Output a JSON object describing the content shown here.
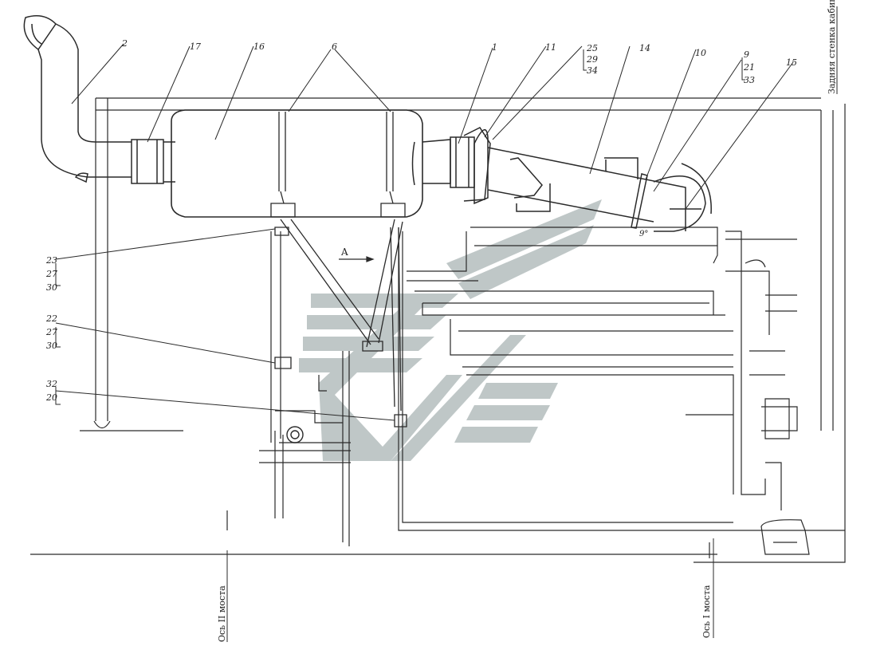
{
  "diagram": {
    "direction_label": "A",
    "angle_label": "9°",
    "axis_left": "Ось II моста",
    "axis_right": "Ось I моста",
    "cab_wall": "Задняя стенка кабины",
    "callouts": {
      "c2": "2",
      "c17": "17",
      "c16": "16",
      "c6": "6",
      "c1": "1",
      "c11": "11",
      "c25": "25",
      "c29": "29",
      "c34": "34",
      "c14": "14",
      "c10": "10",
      "c9": "9",
      "c21": "21",
      "c33": "33",
      "c15": "15",
      "c23": "23",
      "c27a": "27",
      "c30a": "30",
      "c22": "22",
      "c27b": "27",
      "c30b": "30",
      "c32": "32",
      "c20": "20"
    }
  },
  "colors": {
    "line": "#2a2a2a",
    "watermark": "#b9c2c2"
  },
  "icons": {
    "watermark": "chevron-logo-watermark"
  }
}
